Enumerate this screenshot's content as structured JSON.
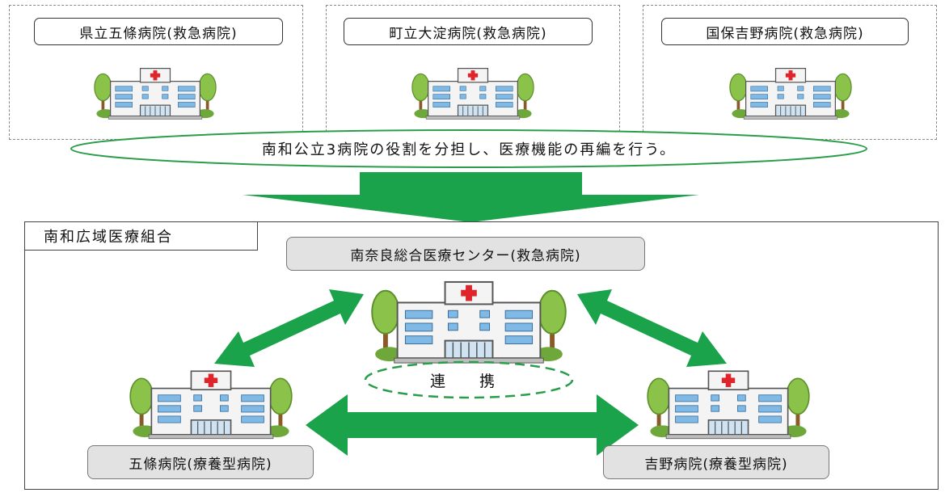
{
  "top_hospitals": [
    {
      "label": "県立五條病院(救急病院)"
    },
    {
      "label": "町立大淀病院(救急病院)"
    },
    {
      "label": "国保吉野病院(救急病院)"
    }
  ],
  "reorganization_text": "南和公立3病院の役割を分担し、医療機能の再編を行う。",
  "union": {
    "title": "南和広域医療組合",
    "center_hospital": "南奈良総合医療センター(救急病院)",
    "cooperation": "連 携",
    "left_hospital": "五條病院(療養型病院)",
    "right_hospital": "吉野病院(療養型病院)"
  },
  "colors": {
    "arrow_green": "#1aa34a",
    "ellipse_green": "#2a9d4a",
    "cross_red": "#e0242c",
    "tree_green": "#8bc34a",
    "building_blue": "#7fb9e6"
  },
  "icons": {
    "hospital": "hospital-building-icon",
    "arrow_down": "down-arrow-icon",
    "arrow_double": "double-arrow-icon"
  }
}
